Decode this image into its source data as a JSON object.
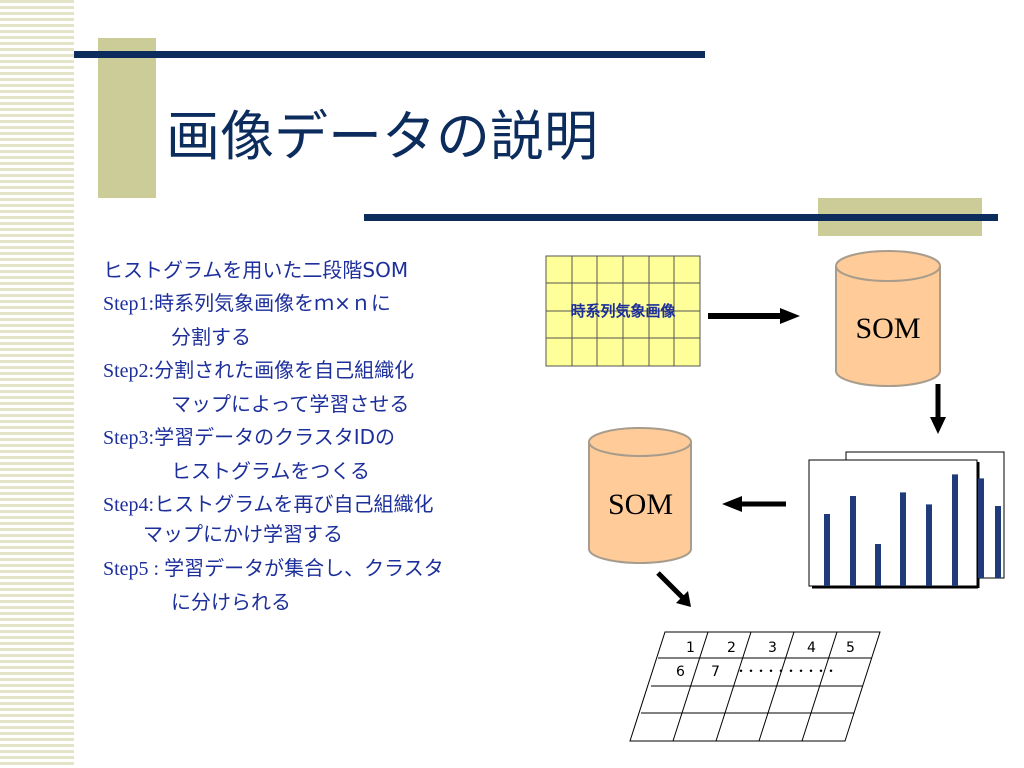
{
  "slide": {
    "title": "画像データの説明",
    "steps": [
      {
        "line1_prefix": "",
        "line1": "ヒストグラムを用いた二段階SOM"
      },
      {
        "prefix": "Step1:",
        "line1": "時系列気象画像をｍ×ｎに",
        "line2": "分割する"
      },
      {
        "prefix": "Step2:",
        "line1": "分割された画像を自己組織化",
        "line2": "マップによって学習させる"
      },
      {
        "prefix": "Step3:",
        "line1": "学習データのクラスタIDの",
        "line2": "ヒストグラムをつくる"
      },
      {
        "prefix": "Step4:",
        "line1": "ヒストグラムを再び自己組織化",
        "line2": "マップにかけ学習する"
      },
      {
        "prefix": "Step5 : ",
        "line1": "学習データが集合し、クラスタ",
        "line2": "に分けられる"
      }
    ]
  },
  "diagram": {
    "image_grid_label": "時系列気象画像",
    "som_top_label": "SOM",
    "som_bottom_label": "SOM",
    "result_table": {
      "row1": [
        "1",
        "2",
        "3",
        "4",
        "5"
      ],
      "row2": [
        "6",
        "7",
        "・・・・・・・・・・"
      ]
    },
    "histogram_bars_front": [
      0.6,
      0.75,
      0.35,
      0.78,
      0.68,
      0.93
    ],
    "histogram_bars_back": [
      0.83,
      0.6
    ],
    "colors": {
      "navy": "#0b2c5c",
      "accent": "#cccc99",
      "text_blue": "#1d2f9a",
      "grid_fill": "#ffff99",
      "som_fill": "#ffcc99",
      "som_stroke": "#a89c8c",
      "bar": "#1f3b7a"
    }
  }
}
